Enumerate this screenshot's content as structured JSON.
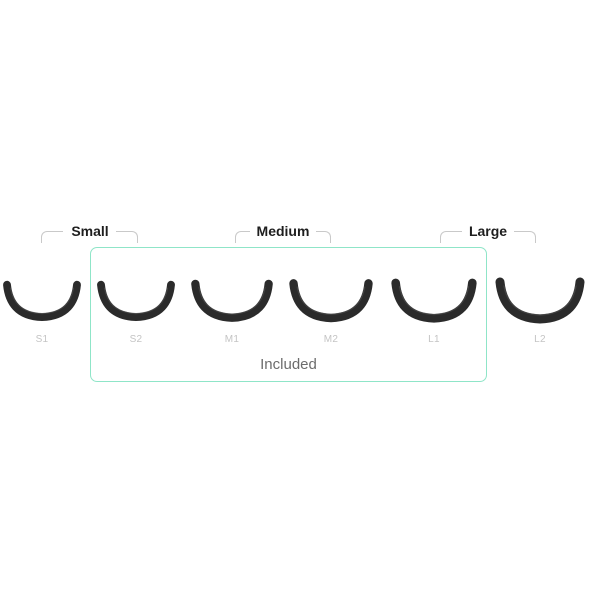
{
  "groups": [
    {
      "label": "Small"
    },
    {
      "label": "Medium"
    },
    {
      "label": "Large"
    }
  ],
  "included_label": "Included",
  "pads": [
    {
      "size": "S1",
      "included": false
    },
    {
      "size": "S2",
      "included": true
    },
    {
      "size": "M1",
      "included": true
    },
    {
      "size": "M2",
      "included": true
    },
    {
      "size": "L1",
      "included": true
    },
    {
      "size": "L2",
      "included": false
    }
  ],
  "colors": {
    "included_border": "#8fe5c8",
    "pad": "#2b2b2b",
    "bracket": "#c9c9c9"
  }
}
